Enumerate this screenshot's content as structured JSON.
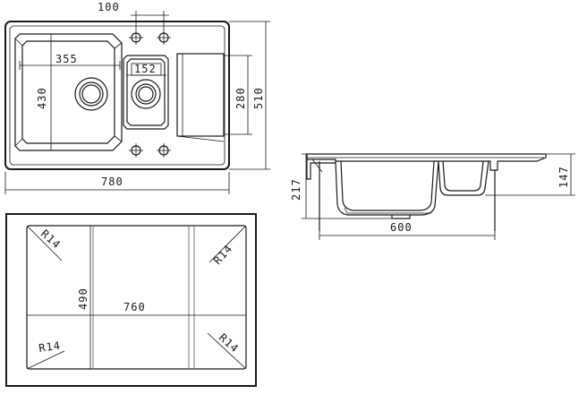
{
  "colors": {
    "line": "#1a1a1a",
    "background": "#ffffff",
    "hidden_line": "#7a7a7a"
  },
  "top_view": {
    "dimensions": {
      "tap_spacing": "100",
      "main_bowl_width": "355",
      "small_bowl_width": "152",
      "main_bowl_depth": "430",
      "small_bowl_depth": "280",
      "overall_depth": "510",
      "overall_width": "780"
    }
  },
  "side_view": {
    "dimensions": {
      "overall_height": "217",
      "small_bowl_height": "147",
      "cabinet_width": "600"
    }
  },
  "cutout_view": {
    "dimensions": {
      "radius_top_left": "R14",
      "radius_top_right": "R14",
      "radius_bottom_left": "R14",
      "radius_bottom_right": "R14",
      "cutout_depth": "490",
      "cutout_width": "760"
    }
  }
}
